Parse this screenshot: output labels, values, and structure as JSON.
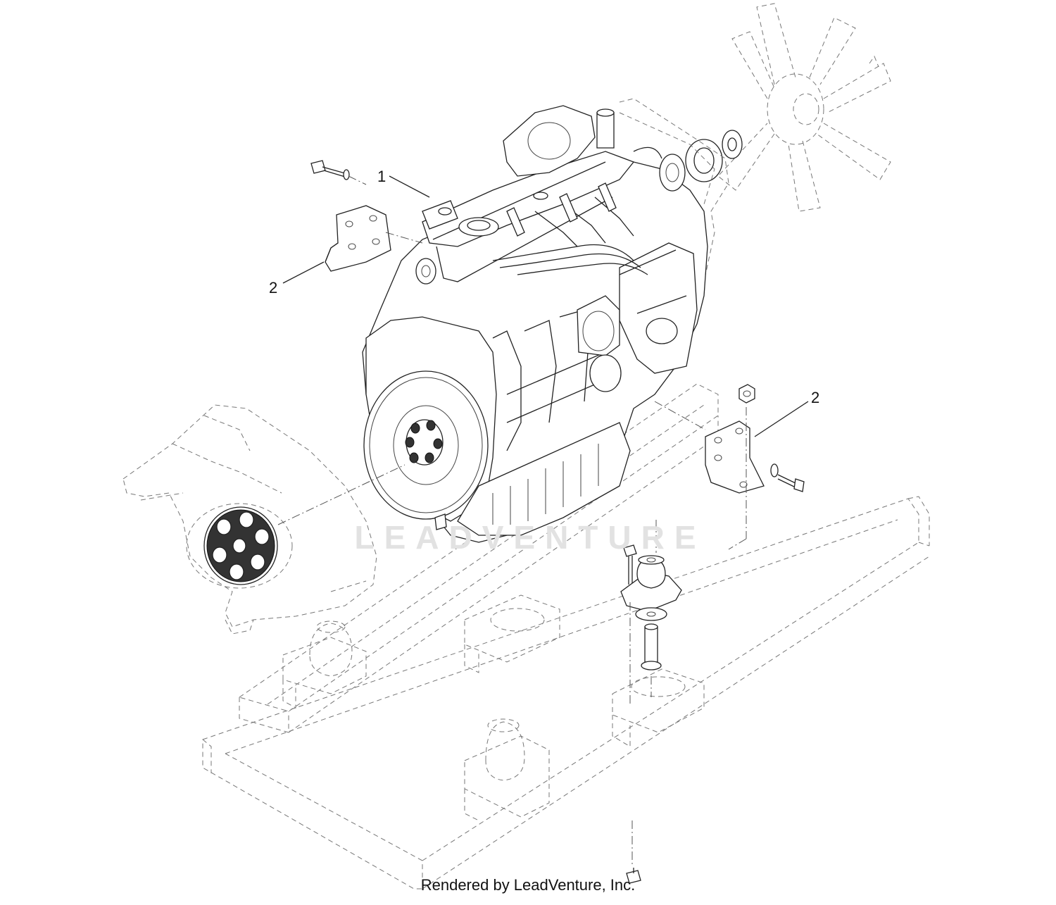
{
  "callouts": {
    "engine": "1",
    "mount_bracket_left": "2",
    "mount_bracket_right": "2"
  },
  "watermark": "LEADVENTURE",
  "footer": "Rendered by LeadVenture, Inc."
}
